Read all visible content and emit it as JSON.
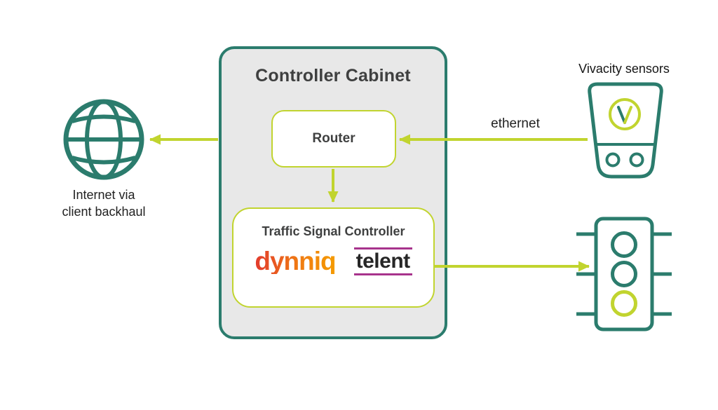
{
  "colors": {
    "teal": "#2b7c6d",
    "yellow_green": "#c1d42f",
    "cabinet_fill": "#e8e8e8",
    "text_dark": "#3f4040",
    "dynniq_gradient_start": "#e23a2e",
    "dynniq_gradient_end": "#f59c00",
    "telent_line": "#a7338c",
    "telent_text": "#262626"
  },
  "cabinet": {
    "title": "Controller Cabinet"
  },
  "router": {
    "label": "Router"
  },
  "traffic_signal_controller": {
    "title": "Traffic Signal Controller",
    "vendor_logos": [
      {
        "name": "dynniq"
      },
      {
        "name": "telent"
      }
    ]
  },
  "labels": {
    "internet_line1": "Internet via",
    "internet_line2": "client backhaul",
    "sensors": "Vivacity sensors",
    "ethernet": "ethernet"
  },
  "icons": {
    "internet": "globe-icon",
    "sensors": "vivacity-sensor-icon",
    "signals": "traffic-light-icon"
  }
}
